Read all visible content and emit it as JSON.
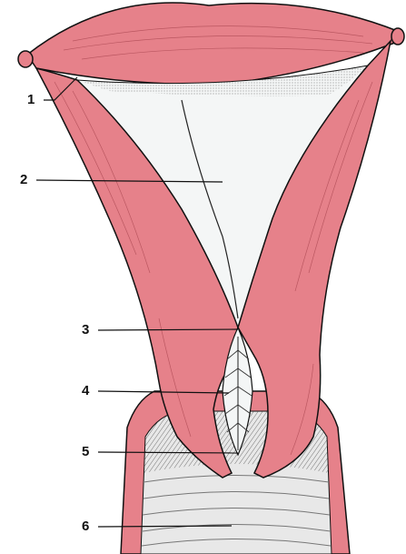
{
  "colors": {
    "wall": "#e6818a",
    "wall_dark": "#c9606b",
    "cavity": "#f4f6f6",
    "vagina": "#dcdcdc",
    "ink": "#111111",
    "background": "#ffffff"
  },
  "labels": [
    {
      "id": "1",
      "text": "1"
    },
    {
      "id": "2",
      "text": "2"
    },
    {
      "id": "3",
      "text": "3"
    },
    {
      "id": "4",
      "text": "4"
    },
    {
      "id": "5",
      "text": "5"
    },
    {
      "id": "6",
      "text": "6"
    }
  ]
}
